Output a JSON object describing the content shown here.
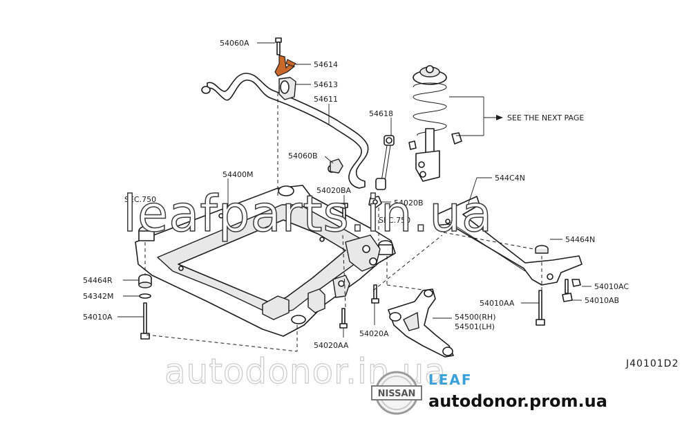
{
  "part_labels": {
    "p54060A": "54060A",
    "p54614": "54614",
    "p54613": "54613",
    "p54611": "54611",
    "p54618": "54618",
    "p54060B": "54060B",
    "p54400M": "54400M",
    "p54020BA": "54020BA",
    "p54020B": "54020B",
    "p544C4N": "544C4N",
    "p54464N": "54464N",
    "p54464R": "54464R",
    "p54342M": "54342M",
    "p54010A": "54010A",
    "p54010AC": "54010AC",
    "p54010AB": "54010AB",
    "p54010AA": "54010AA",
    "p54500": "54500(RH)",
    "p54501": "54501(LH)",
    "p54020A": "54020A",
    "p54020AA": "54020AA",
    "sec750_left": "SEC.750",
    "sec750_right": "SEC.750",
    "see_next_page": "SEE THE NEXT PAGE"
  },
  "diagram_ref": "J40101D2",
  "watermarks": {
    "main": "leafparts.in.ua",
    "secondary": "autodonor.in.ua"
  },
  "branding": {
    "nissan": "NISSAN",
    "leaf": "LEAF",
    "site": "autodonor.prom.ua"
  },
  "colors": {
    "highlight": "#c8682a",
    "leaf_blue": "#3aa0d8"
  }
}
